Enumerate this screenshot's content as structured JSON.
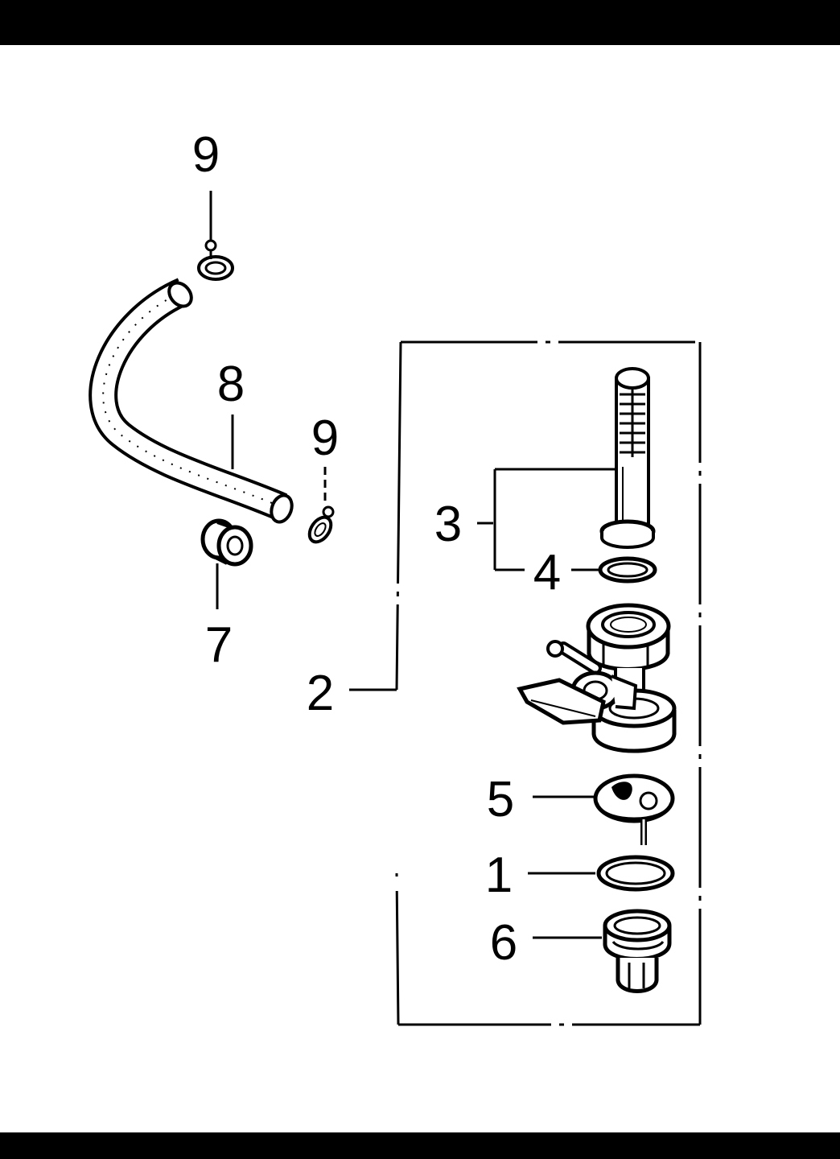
{
  "diagram": {
    "callouts": {
      "c9_top": "9",
      "c8": "8",
      "c9_mid": "9",
      "c7": "7",
      "c3": "3",
      "c4": "4",
      "c2": "2",
      "c5": "5",
      "c1": "1",
      "c6": "6"
    },
    "parts": [
      "fuel-hose",
      "hose-clamp",
      "hose-clamp",
      "grommet",
      "fuel-strainer-screen",
      "strainer-o-ring",
      "fuel-valve-body",
      "valve-lever",
      "valve-gasket-plate",
      "o-ring",
      "sediment-cup"
    ],
    "colors": {
      "ink": "#000000",
      "paper": "#ffffff"
    }
  }
}
